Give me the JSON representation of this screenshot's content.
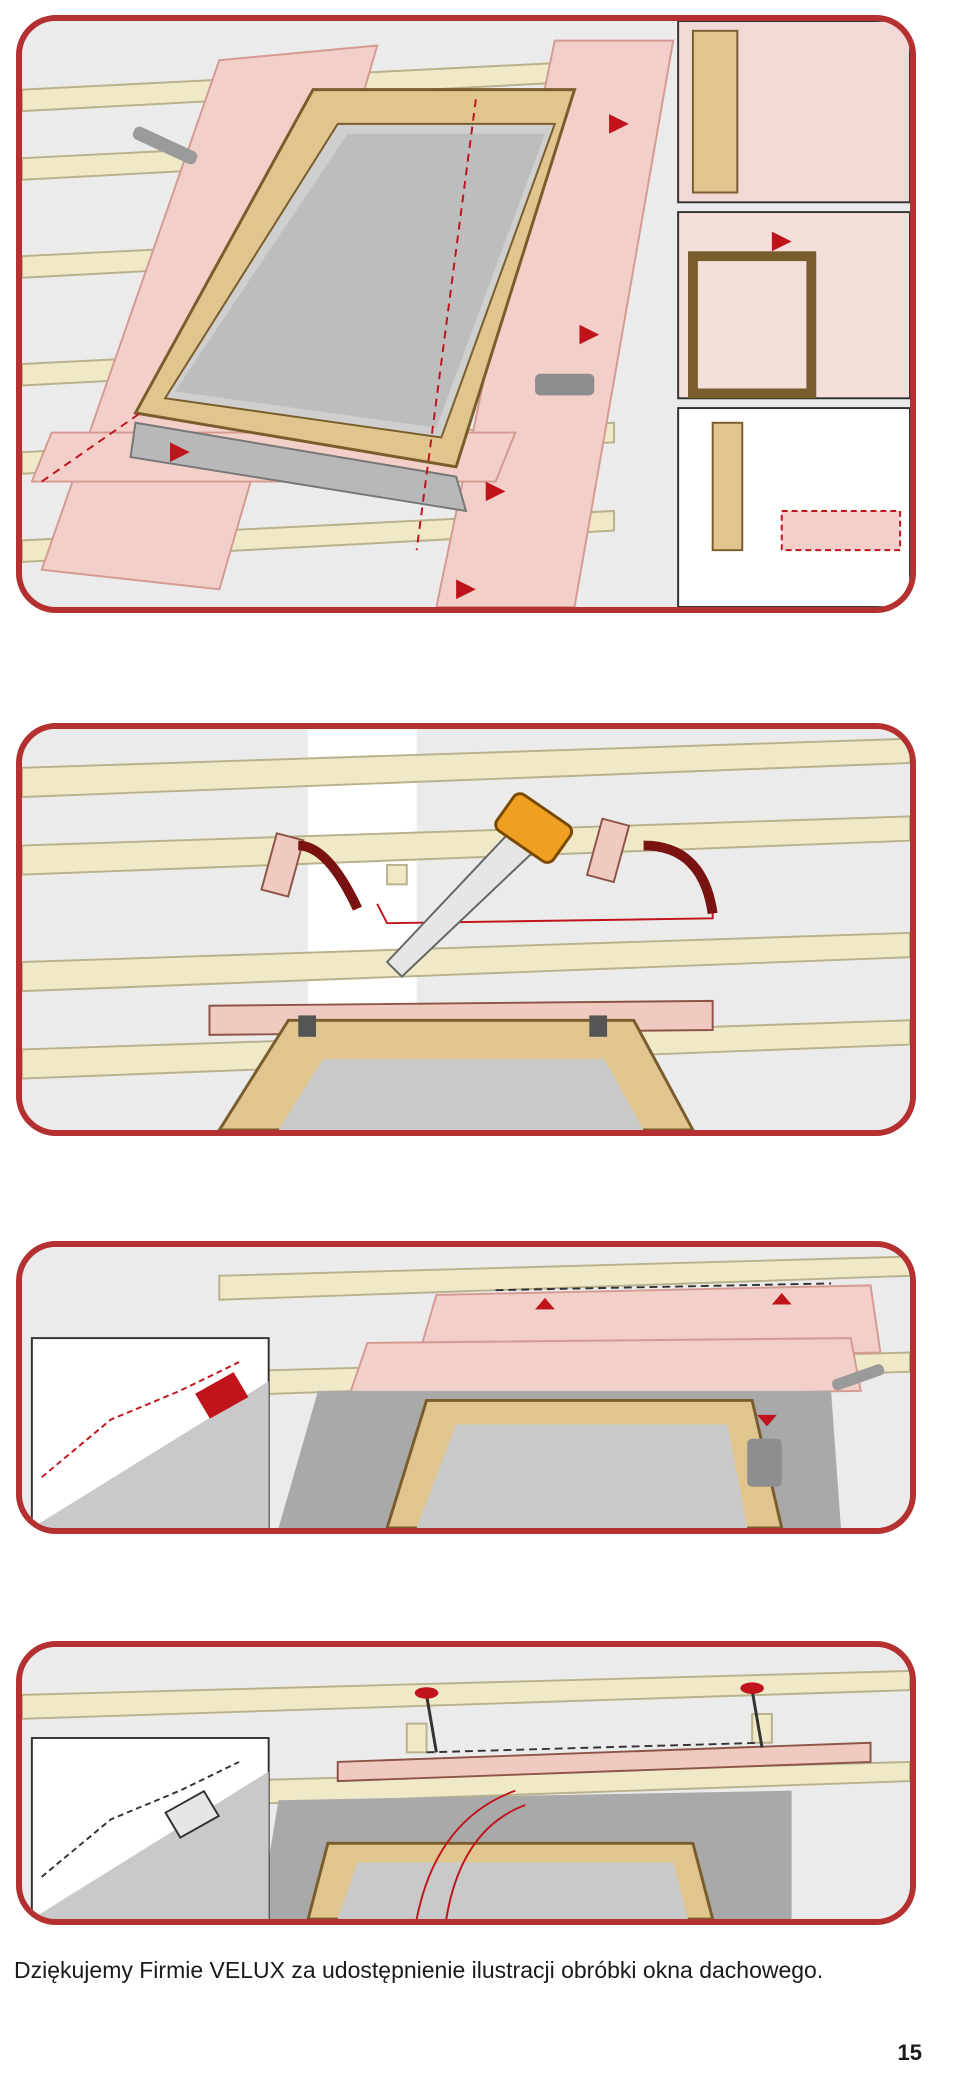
{
  "caption": "Dziękujemy Firmie VELUX za udostępnienie ilustracji obróbki okna dachowego.",
  "page_number": "15",
  "colors": {
    "frame_border": "#b53030",
    "membrane": "#f2cfc9",
    "batten": "#efe9c8",
    "window_wood": "#e0c58f",
    "glass": "#c9c9c9",
    "arrow": "#c0141c"
  },
  "illustrations": [
    {
      "step": 1,
      "icons": [
        "knife-icon",
        "stapler-icon",
        "arrow-icon"
      ]
    },
    {
      "step": 2,
      "icons": [
        "saw-icon",
        "arrow-icon"
      ]
    },
    {
      "step": 3,
      "icons": [
        "knife-icon",
        "stapler-icon",
        "arrow-icon"
      ]
    },
    {
      "step": 4,
      "icons": [
        "nail-icon",
        "arrow-icon"
      ]
    }
  ]
}
